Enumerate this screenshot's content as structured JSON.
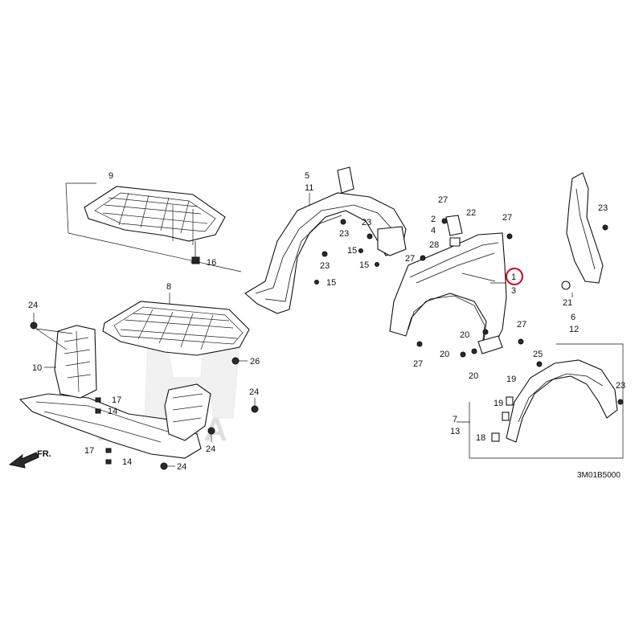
{
  "diagram": {
    "code": "3M01B5000",
    "direction_label": "FR.",
    "watermark": "HONDA",
    "highlighted_callout": "1",
    "callouts": [
      "9",
      "16",
      "8",
      "24",
      "10",
      "17",
      "14",
      "17",
      "14",
      "24",
      "26",
      "24",
      "24",
      "5",
      "11",
      "23",
      "23",
      "23",
      "15",
      "15",
      "15",
      "27",
      "2",
      "4",
      "22",
      "27",
      "28",
      "27",
      "1",
      "3",
      "20",
      "20",
      "20",
      "27",
      "27",
      "23",
      "21",
      "6",
      "12",
      "25",
      "19",
      "19",
      "7",
      "13",
      "18",
      "23"
    ]
  }
}
